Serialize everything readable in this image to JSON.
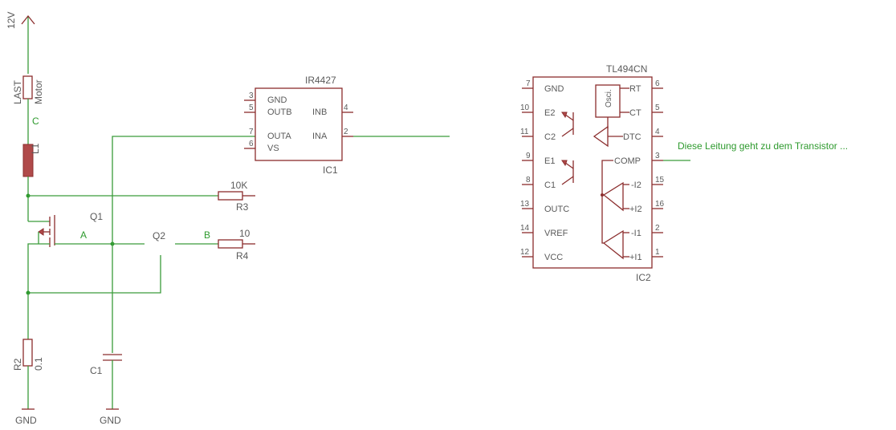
{
  "supply": {
    "label": "12V"
  },
  "motor": {
    "name": "LAST",
    "value": "Motor"
  },
  "inductor": {
    "name": "L1"
  },
  "resistors": {
    "r2": {
      "name": "R2",
      "value": "0.1"
    },
    "r3": {
      "name": "R3",
      "value": "10K"
    },
    "r4": {
      "name": "R4",
      "value": "10"
    }
  },
  "capacitor": {
    "name": "C1"
  },
  "transistors": {
    "q1": "Q1",
    "q2": "Q2"
  },
  "nets": {
    "a": "A",
    "b": "B",
    "c": "C"
  },
  "grounds": [
    "GND",
    "GND"
  ],
  "ic1": {
    "part": "IR4427",
    "name": "IC1",
    "pins": {
      "gnd": {
        "label": "GND",
        "num": "3"
      },
      "outb": {
        "label": "OUTB",
        "num": "5"
      },
      "outa": {
        "label": "OUTA",
        "num": "7"
      },
      "vs": {
        "label": "VS",
        "num": "6"
      },
      "inb": {
        "label": "INB",
        "num": "4"
      },
      "ina": {
        "label": "INA",
        "num": "2"
      }
    }
  },
  "ic2": {
    "part": "TL494CN",
    "name": "IC2",
    "osc_label": "Osci.",
    "pins": {
      "gnd": {
        "label": "GND",
        "num": "7"
      },
      "e2": {
        "label": "E2",
        "num": "10"
      },
      "c2": {
        "label": "C2",
        "num": "11"
      },
      "e1": {
        "label": "E1",
        "num": "9"
      },
      "c1": {
        "label": "C1",
        "num": "8"
      },
      "outc": {
        "label": "OUTC",
        "num": "13"
      },
      "vref": {
        "label": "VREF",
        "num": "14"
      },
      "vcc": {
        "label": "VCC",
        "num": "12"
      },
      "rt": {
        "label": "RT",
        "num": "6"
      },
      "ct": {
        "label": "CT",
        "num": "5"
      },
      "dtc": {
        "label": "DTC",
        "num": "4"
      },
      "comp": {
        "label": "COMP",
        "num": "3"
      },
      "m_i2": {
        "label": "-I2",
        "num": "15"
      },
      "p_i2": {
        "label": "+I2",
        "num": "16"
      },
      "m_i1": {
        "label": "-I1",
        "num": "2"
      },
      "p_i1": {
        "label": "+I1",
        "num": "1"
      }
    }
  },
  "note": "Diese Leitung geht zu dem Transistor ..."
}
